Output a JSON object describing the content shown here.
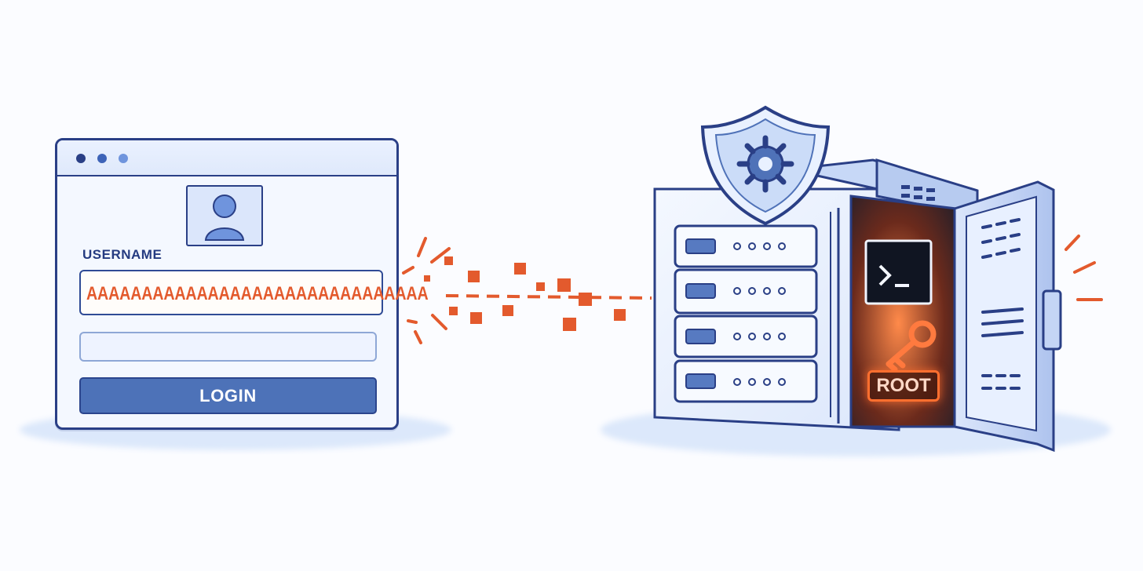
{
  "login_form": {
    "username_label": "USERNAME",
    "username_value": "AAAAAAAAAAAAAAAAAAAAAAAAAAAAAAA",
    "password_value": "",
    "login_button": "LOGIN"
  },
  "server": {
    "root_label": "ROOT",
    "terminal_prompt": ">_",
    "icons": [
      "terminal-icon",
      "key-icon",
      "shield-gear-icon",
      "server-icon"
    ]
  },
  "colors": {
    "primary": "#2a3f86",
    "accent": "#e35a2d",
    "panel": "#f4f8ff",
    "button": "#4d72b8"
  }
}
